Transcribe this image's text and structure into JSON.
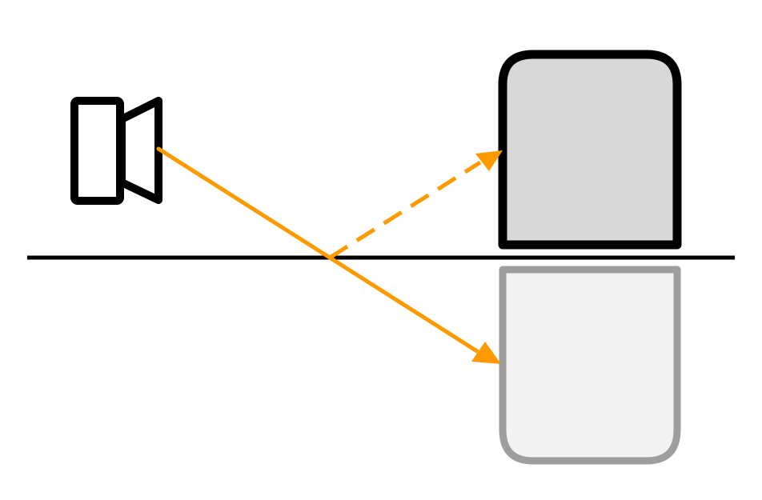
{
  "diagram": {
    "elements": {
      "speaker": "speaker-icon",
      "object": "object-box",
      "reflection": "reflected-object-box",
      "surface": "reflecting-surface-line",
      "incident_ray": "ray-to-reflection",
      "reflected_ray": "reflected-ray-dashed"
    },
    "colors": {
      "background": "#ffffff",
      "outline": "#000000",
      "object_fill": "#d8d8d8",
      "reflection_fill": "#f2f2f2",
      "reflection_outline": "#9e9e9e",
      "ray": "#ff9900"
    }
  }
}
